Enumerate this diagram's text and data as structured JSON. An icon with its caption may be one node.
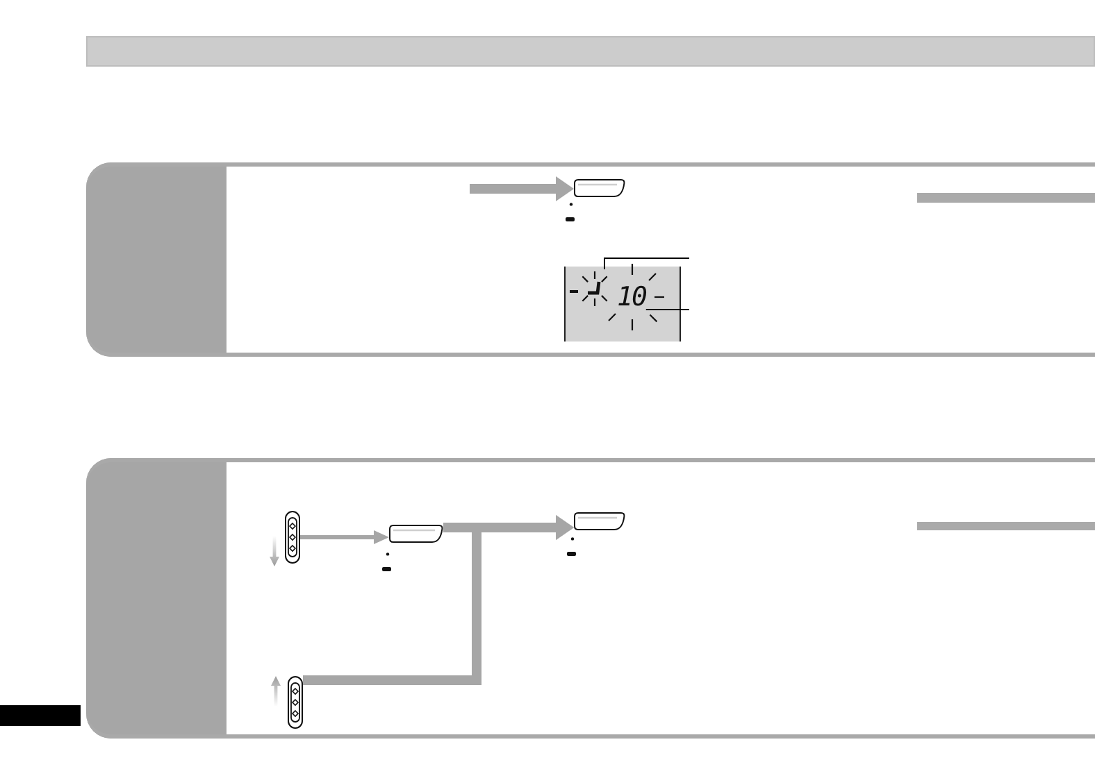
{
  "diagram": {
    "nodes": [
      {
        "text": [],
        "shape": "box"
      },
      {
        "text": [],
        "shape": "picture",
        "in": 0
      },
      {
        "text": [],
        "shape": "box",
        "in": 0
      },
      {
        "text": [],
        "shape": "picture",
        "in": 2
      },
      {
        "text": [
          "10"
        ],
        "in": 2
      },
      {
        "text": [],
        "shape": "box"
      },
      {
        "text": [],
        "shape": "picture",
        "in": 5
      },
      {
        "text": [],
        "shape": "picture",
        "in": 5
      },
      {
        "text": [],
        "shape": "picture",
        "in": 5
      },
      {
        "text": [],
        "shape": "picture",
        "in": 5
      }
    ],
    "edges": [
      {
        "from": null,
        "to": 1,
        "arrow": "to",
        "style": "thick"
      },
      {
        "from": null,
        "to": 3,
        "arrow": "none",
        "color": "#000000"
      },
      {
        "from": null,
        "to": 4,
        "arrow": "none",
        "color": "#000000"
      },
      {
        "from": 6,
        "to": 7,
        "arrow": "to"
      },
      {
        "from": 7,
        "to": 8,
        "arrow": "to",
        "style": "thick"
      },
      {
        "from": 9,
        "to": 8,
        "arrow": "to",
        "style": "thick"
      }
    ]
  }
}
